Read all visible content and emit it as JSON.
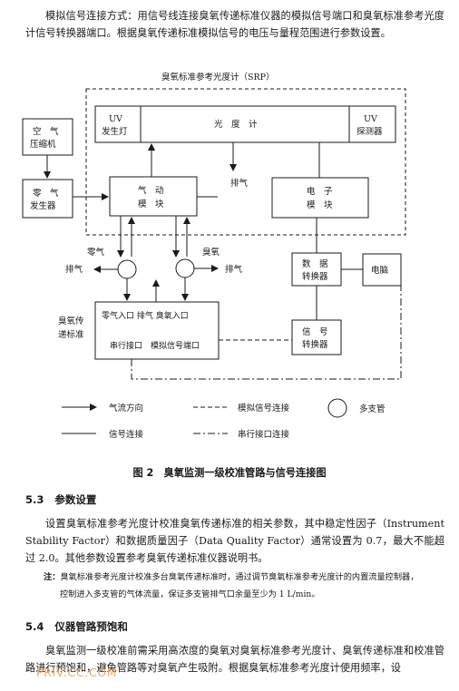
{
  "intro_paragraph": "模拟信号连接方式：用信号线连接臭氧传递标准仪器的模拟信号端口和臭氧标准参考光度计信号转换器端口。根据臭氧传递标准模拟信号的电压与量程范围进行参数设置。",
  "diagram": {
    "srp_title": "臭氧标准参考光度计（SRP）",
    "uv_lamp": [
      "UV",
      "发生灯"
    ],
    "photometer": "光　度　计",
    "uv_detector": [
      "UV",
      "探测器"
    ],
    "air_compressor": [
      "空　气",
      "压缩机"
    ],
    "zero_gas_generator": [
      "零　气",
      "发生器"
    ],
    "pneumatic_module": [
      "气　动",
      "模　块"
    ],
    "electronic_module": [
      "电　子",
      "模　块"
    ],
    "exhaust_top": "排气",
    "zero_gas_label": "零气",
    "ozone_label": "臭氧",
    "exhaust_left": "排气",
    "exhaust_right": "排气",
    "data_converter": [
      "数　据",
      "转换器"
    ],
    "computer": "电脑",
    "transfer_standard_label": [
      "臭氧传",
      "递标准"
    ],
    "transfer_ports": "零气入口  排气  臭氧入口",
    "transfer_ports2": "串行接口　模拟信号端口",
    "signal_converter": [
      "信　号",
      "转换器"
    ],
    "legend": {
      "gas_flow": "气流方向",
      "analog_signal": "模拟信号连接",
      "manifold": "多支管",
      "signal_connection": "信号连接",
      "serial_connection": "串行接口连接"
    }
  },
  "figure_caption": "图 2　臭氧监测一级校准管路与信号连接图",
  "section_53": {
    "number": "5.3",
    "title": "参数设置"
  },
  "section_53_paragraph": "设置臭氧标准参考光度计校准臭氧传递标准的相关参数，其中稳定性因子（Instrument Stability Factor）和数据质量因子（Data Quality Factor）通常设置为 0.7，最大不能超过 2.0。其他参数设置参考臭氧传递标准仪器说明书。",
  "note": {
    "label": "注：",
    "line1": "臭氧标准参考光度计校准多台臭氧传递标准时，通过调节臭氧标准参考光度计的内置流量控制器，",
    "line2": "控制进入多支管的气体流量，保证多支管排气口余量至少为 1 L/min。"
  },
  "section_54": {
    "number": "5.4",
    "title": "仪器管路预饱和"
  },
  "section_54_paragraph": "臭氧监测一级校准前需采用高浓度的臭氧对臭氧标准参考光度计、臭氧传递标准和校准管路进行预饱和，避免管路等对臭氧产生吸附。根据臭氧标准参考光度计使用频率，设",
  "watermark": "PRIV.CC.COM"
}
